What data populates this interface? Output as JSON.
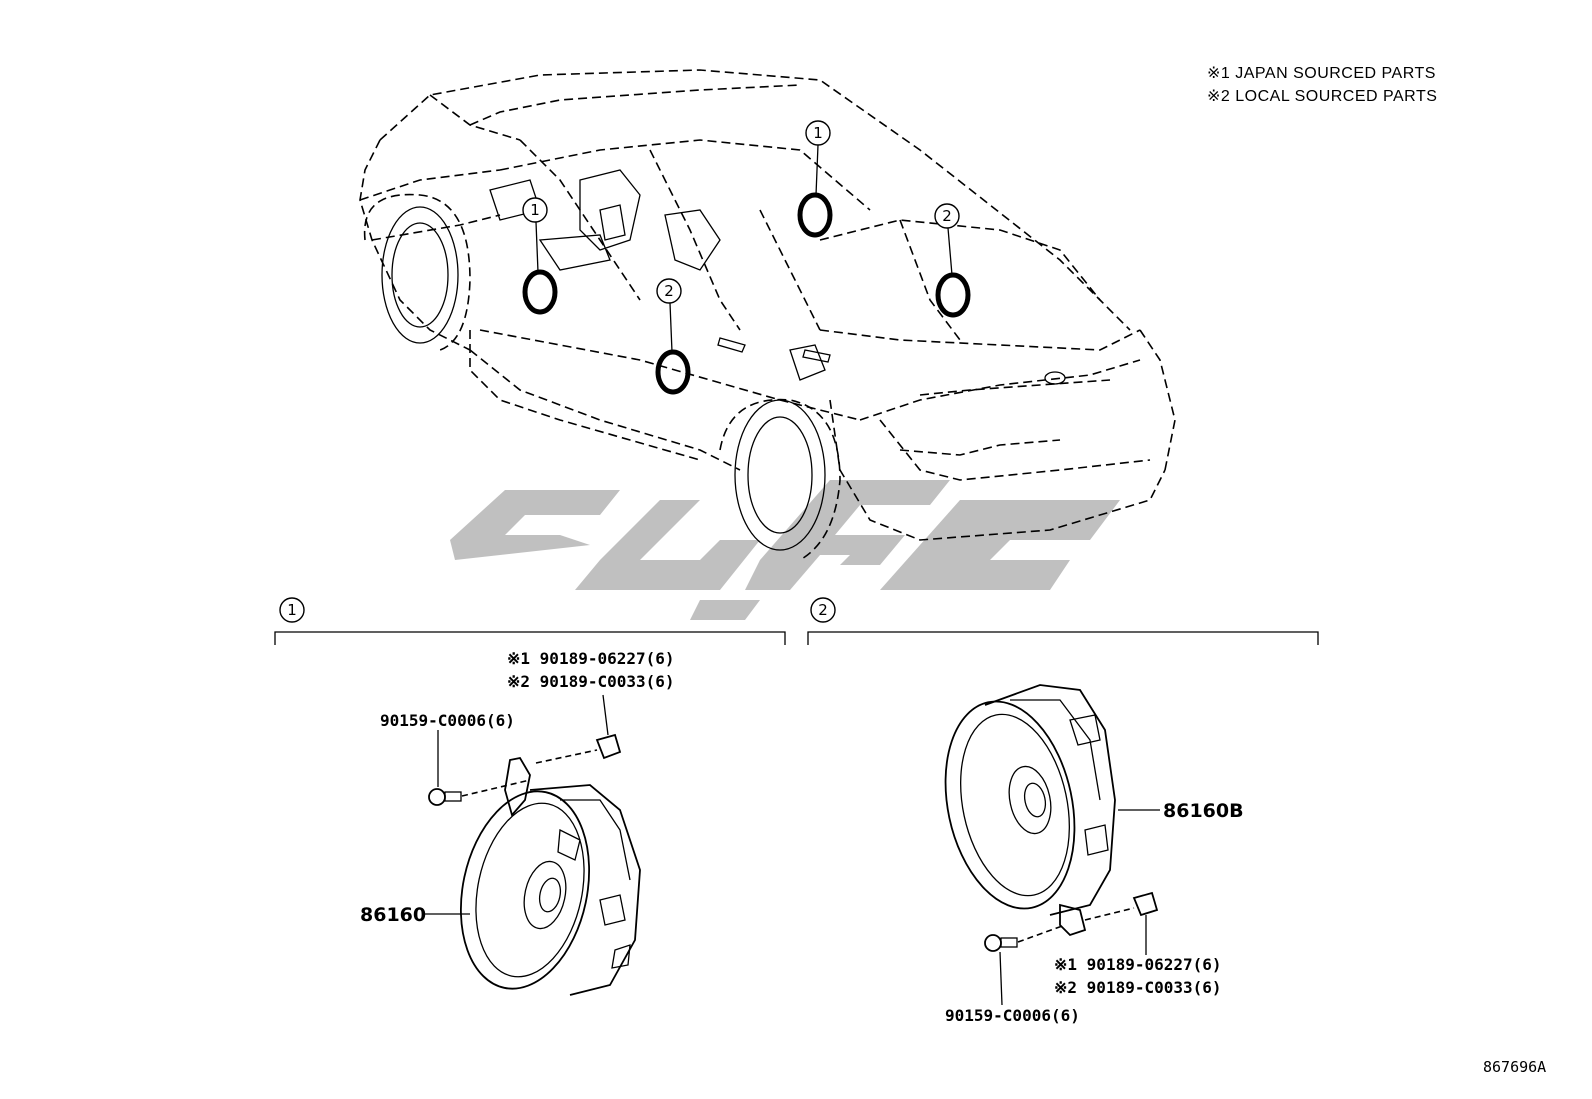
{
  "legend": {
    "line1": "※1 JAPAN SOURCED PARTS",
    "line2": "※2 LOCAL SOURCED PARTS"
  },
  "callouts": {
    "one": "1",
    "two": "2"
  },
  "section1": {
    "number": "1",
    "screw_japan": "※1 90189-06227(6)",
    "screw_local": "※2 90189-C0033(6)",
    "bolt": "90159-C0006(6)",
    "speaker": "86160"
  },
  "section2": {
    "number": "2",
    "screw_japan": "※1 90189-06227(6)",
    "screw_local": "※2 90189-C0033(6)",
    "bolt": "90159-C0006(6)",
    "speaker": "86160B"
  },
  "diagram_ref": "867696A",
  "colors": {
    "line": "#000000",
    "watermark": "#b5b5b5"
  }
}
